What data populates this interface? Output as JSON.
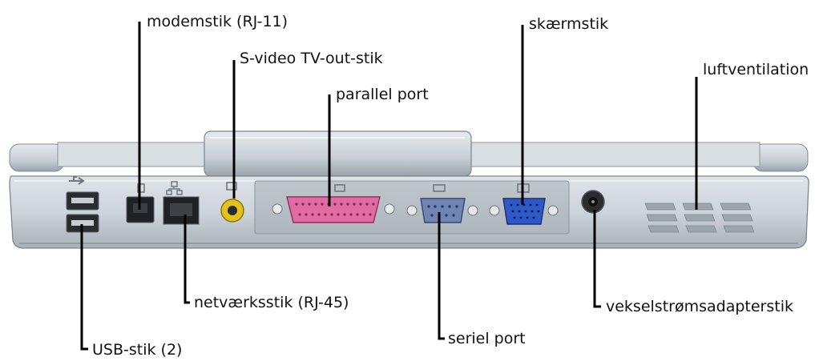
{
  "labels": {
    "modem": "modemstik (RJ-11)",
    "svideo": "S-video TV-out-stik",
    "parallel": "parallel port",
    "monitor": "skærmstik",
    "vent": "luftventilation",
    "network": "netværksstik (RJ-45)",
    "ac_adapter": "vekselstrømsadapterstik",
    "serial": "seriel port",
    "usb": "USB-stik (2)"
  },
  "colors": {
    "chassis": "#c9d0d6",
    "chassis_dark": "#8f99a1",
    "chassis_light": "#e4e8ec",
    "parallel_port": "#e26ba2",
    "serial_port": "#6f86b4",
    "monitor_port": "#2f58c8",
    "svideo_port": "#e3c21b",
    "leader_line": "#000000"
  },
  "icons": [
    "usb-icon",
    "modem-icon",
    "network-icon",
    "svideo-icon",
    "parallel-icon",
    "serial-icon",
    "monitor-icon"
  ]
}
